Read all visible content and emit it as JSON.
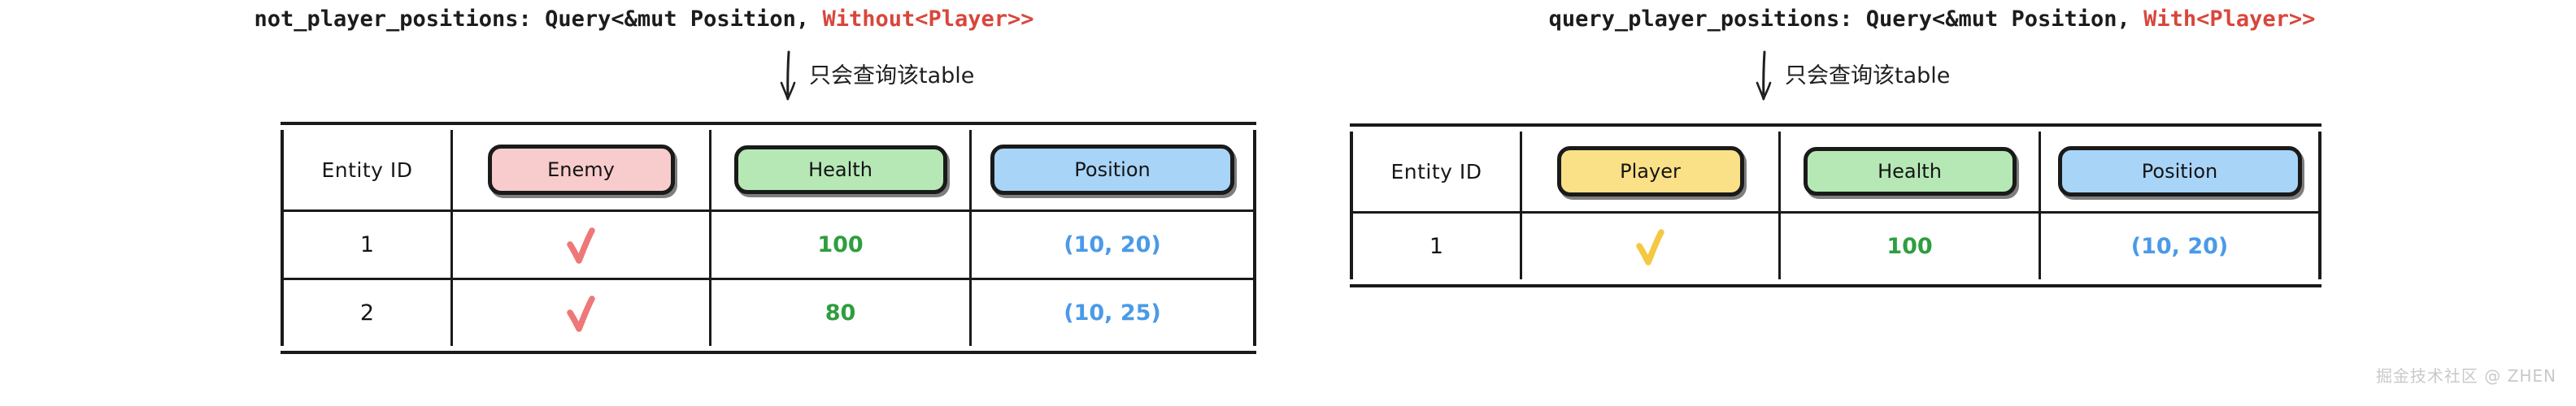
{
  "watermark": "掘金技术社区 @ ZHEN",
  "colors": {
    "pink": "#f8cccc",
    "green": "#b5e8b5",
    "blue": "#a8d4f8",
    "yellow": "#fae087",
    "check_red": "#ee7878",
    "check_yellow": "#f5c842",
    "text_green": "#2e9e3e",
    "text_blue": "#4a9ae8",
    "code_red": "#d9463c",
    "ink": "#1a1a1a"
  },
  "panels": [
    {
      "id": "left",
      "title_plain": "not_player_positions: Query<&mut Position, ",
      "title_red": "Without<Player>>",
      "annotation": "只会查询该table",
      "arrow_icon": "down-arrow-icon",
      "table": {
        "headers": [
          {
            "label": "Entity ID",
            "style": "plain"
          },
          {
            "label": "Enemy",
            "style": "pill",
            "color": "#f8cccc",
            "size": "sm"
          },
          {
            "label": "Health",
            "style": "pill",
            "color": "#b5e8b5",
            "size": "md"
          },
          {
            "label": "Position",
            "style": "pill",
            "color": "#a8d4f8",
            "size": "lg"
          }
        ],
        "rows": [
          {
            "id": "1",
            "mark": "check",
            "mark_color": "#ee7878",
            "health": "100",
            "position": "(10, 20)"
          },
          {
            "id": "2",
            "mark": "check",
            "mark_color": "#ee7878",
            "health": "80",
            "position": "(10, 25)"
          }
        ]
      }
    },
    {
      "id": "right",
      "title_plain": "query_player_positions: Query<&mut Position, ",
      "title_red": "With<Player>>",
      "annotation": "只会查询该table",
      "arrow_icon": "down-arrow-icon",
      "table": {
        "headers": [
          {
            "label": "Entity ID",
            "style": "plain"
          },
          {
            "label": "Player",
            "style": "pill",
            "color": "#fae087",
            "size": "sm"
          },
          {
            "label": "Health",
            "style": "pill",
            "color": "#b5e8b5",
            "size": "md"
          },
          {
            "label": "Position",
            "style": "pill",
            "color": "#a8d4f8",
            "size": "lg"
          }
        ],
        "rows": [
          {
            "id": "1",
            "mark": "check",
            "mark_color": "#f5c842",
            "health": "100",
            "position": "(10, 20)"
          }
        ]
      }
    }
  ]
}
